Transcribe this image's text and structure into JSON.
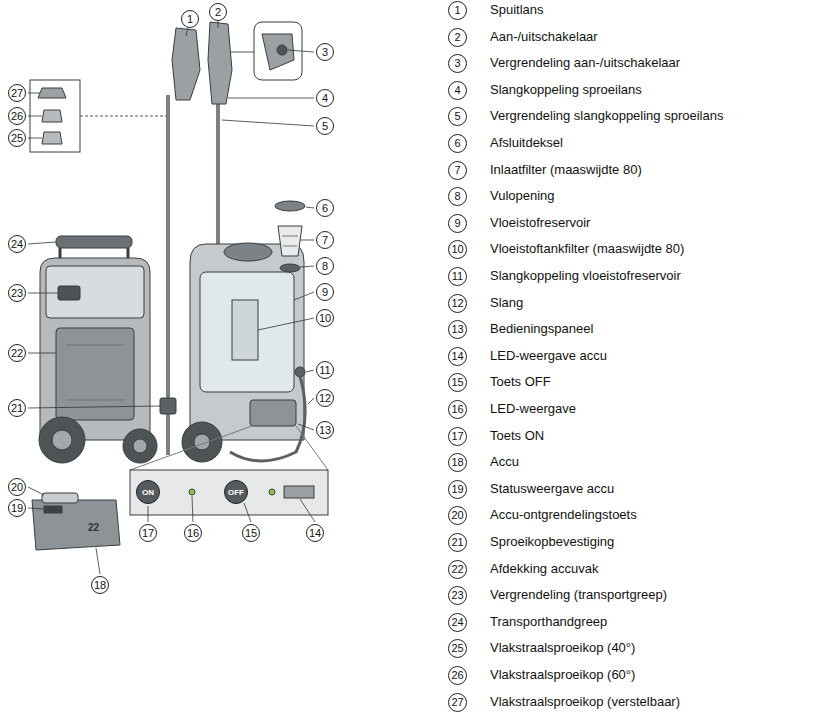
{
  "diagram": {
    "nodes": [
      {
        "text": [
          "ON"
        ]
      },
      {
        "text": [
          "OFF"
        ]
      }
    ],
    "labels": [
      "1",
      "2",
      "3",
      "4",
      "5",
      "6",
      "7",
      "8",
      "9",
      "10",
      "11",
      "12",
      "13",
      "14",
      "15",
      "16",
      "17",
      "18",
      "19",
      "20",
      "21",
      "22",
      "23",
      "24",
      "25",
      "26",
      "27",
      "22",
      "1",
      "Spuitlans",
      "2",
      "Aan-/uitschakelaar",
      "3",
      "Vergrendeling aan-/uitschakelaar",
      "4",
      "Slangkoppeling sproeilans",
      "5",
      "Vergrendeling slangkoppeling sproeilans",
      "6",
      "Afsluitdeksel",
      "7",
      "Inlaatfilter (maaswijdte 80)",
      "8",
      "Vulopening",
      "9",
      "Vloeistofreservoir",
      "10",
      "Vloeistoftankfilter (maaswijdte 80)",
      "11",
      "Slangkoppeling vloeistofreservoir",
      "12",
      "Slang",
      "13",
      "Bedieningspaneel",
      "14",
      "LED-weergave accu",
      "15",
      "Toets OFF",
      "16",
      "LED-weergave",
      "17",
      "Toets ON",
      "18",
      "Accu",
      "19",
      "Statusweergave accu",
      "20",
      "Accu-ontgrendelingstoets",
      "21",
      "Sproeikopbevestiging",
      "22",
      "Afdekking accuvak",
      "23",
      "Vergrendeling (transportgreep)",
      "24",
      "Transporthandgreep",
      "25",
      "Vlakstraalsproeikop (40°)",
      "26",
      "Vlakstraalsproeikop (60°)",
      "27",
      "Vlakstraalsproeikop (verstelbaar)"
    ]
  }
}
